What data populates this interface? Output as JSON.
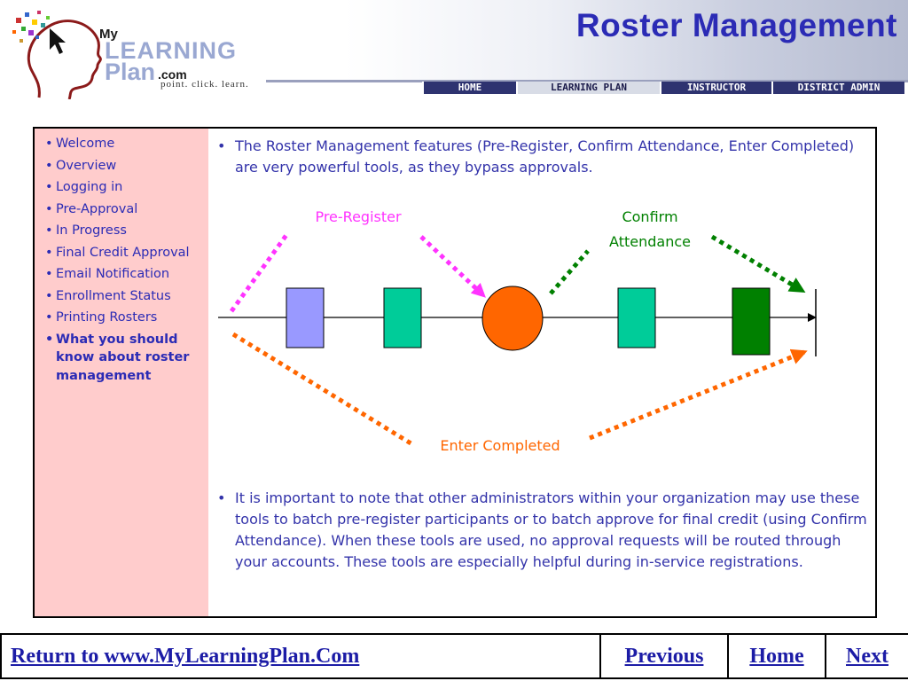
{
  "header": {
    "title": "Roster Management",
    "logo": {
      "my": "My",
      "learning": "LEARNING",
      "plan": "Plan",
      "com": ".com",
      "tagline": "point. click. learn."
    },
    "nav": [
      {
        "label": "HOME",
        "selected": false
      },
      {
        "label": "LEARNING PLAN",
        "selected": true
      },
      {
        "label": "INSTRUCTOR",
        "selected": false
      },
      {
        "label": "DISTRICT ADMIN",
        "selected": false
      }
    ]
  },
  "sidebar": {
    "items": [
      {
        "label": "Welcome"
      },
      {
        "label": "Overview"
      },
      {
        "label": "Logging in"
      },
      {
        "label": "Pre-Approval"
      },
      {
        "label": "In Progress"
      },
      {
        "label": "Final Credit Approval"
      },
      {
        "label": "Email Notification"
      },
      {
        "label": "Enrollment Status"
      },
      {
        "label": "Printing Rosters"
      },
      {
        "label": "What you should know about roster management",
        "active": true
      }
    ]
  },
  "main": {
    "intro": "The Roster Management features (Pre-Register, Confirm Attendance, Enter Completed) are very powerful tools, as they bypass approvals.",
    "note": "It is important to note that other administrators within your organization may use these tools to batch pre-register participants or to batch approve for final credit (using Confirm Attendance).  When these tools are used, no approval requests will be routed through your accounts.  These tools are especially helpful during in-service registrations."
  },
  "diagram": {
    "labels": {
      "pre_register": "Pre-Register",
      "confirm_line1": "Confirm",
      "confirm_line2": "Attendance",
      "enter_completed": "Enter Completed"
    },
    "colors": {
      "pre_register": "#ff33ff",
      "confirm": "#008000",
      "enter_completed": "#ff6600",
      "box_lavender": "#9999ff",
      "box_teal": "#00cc99",
      "box_green": "#008000",
      "circle": "#ff6600"
    }
  },
  "footer": {
    "return_link": "Return to www.MyLearningPlan.Com",
    "previous": "Previous",
    "home": "Home",
    "next": "Next"
  }
}
